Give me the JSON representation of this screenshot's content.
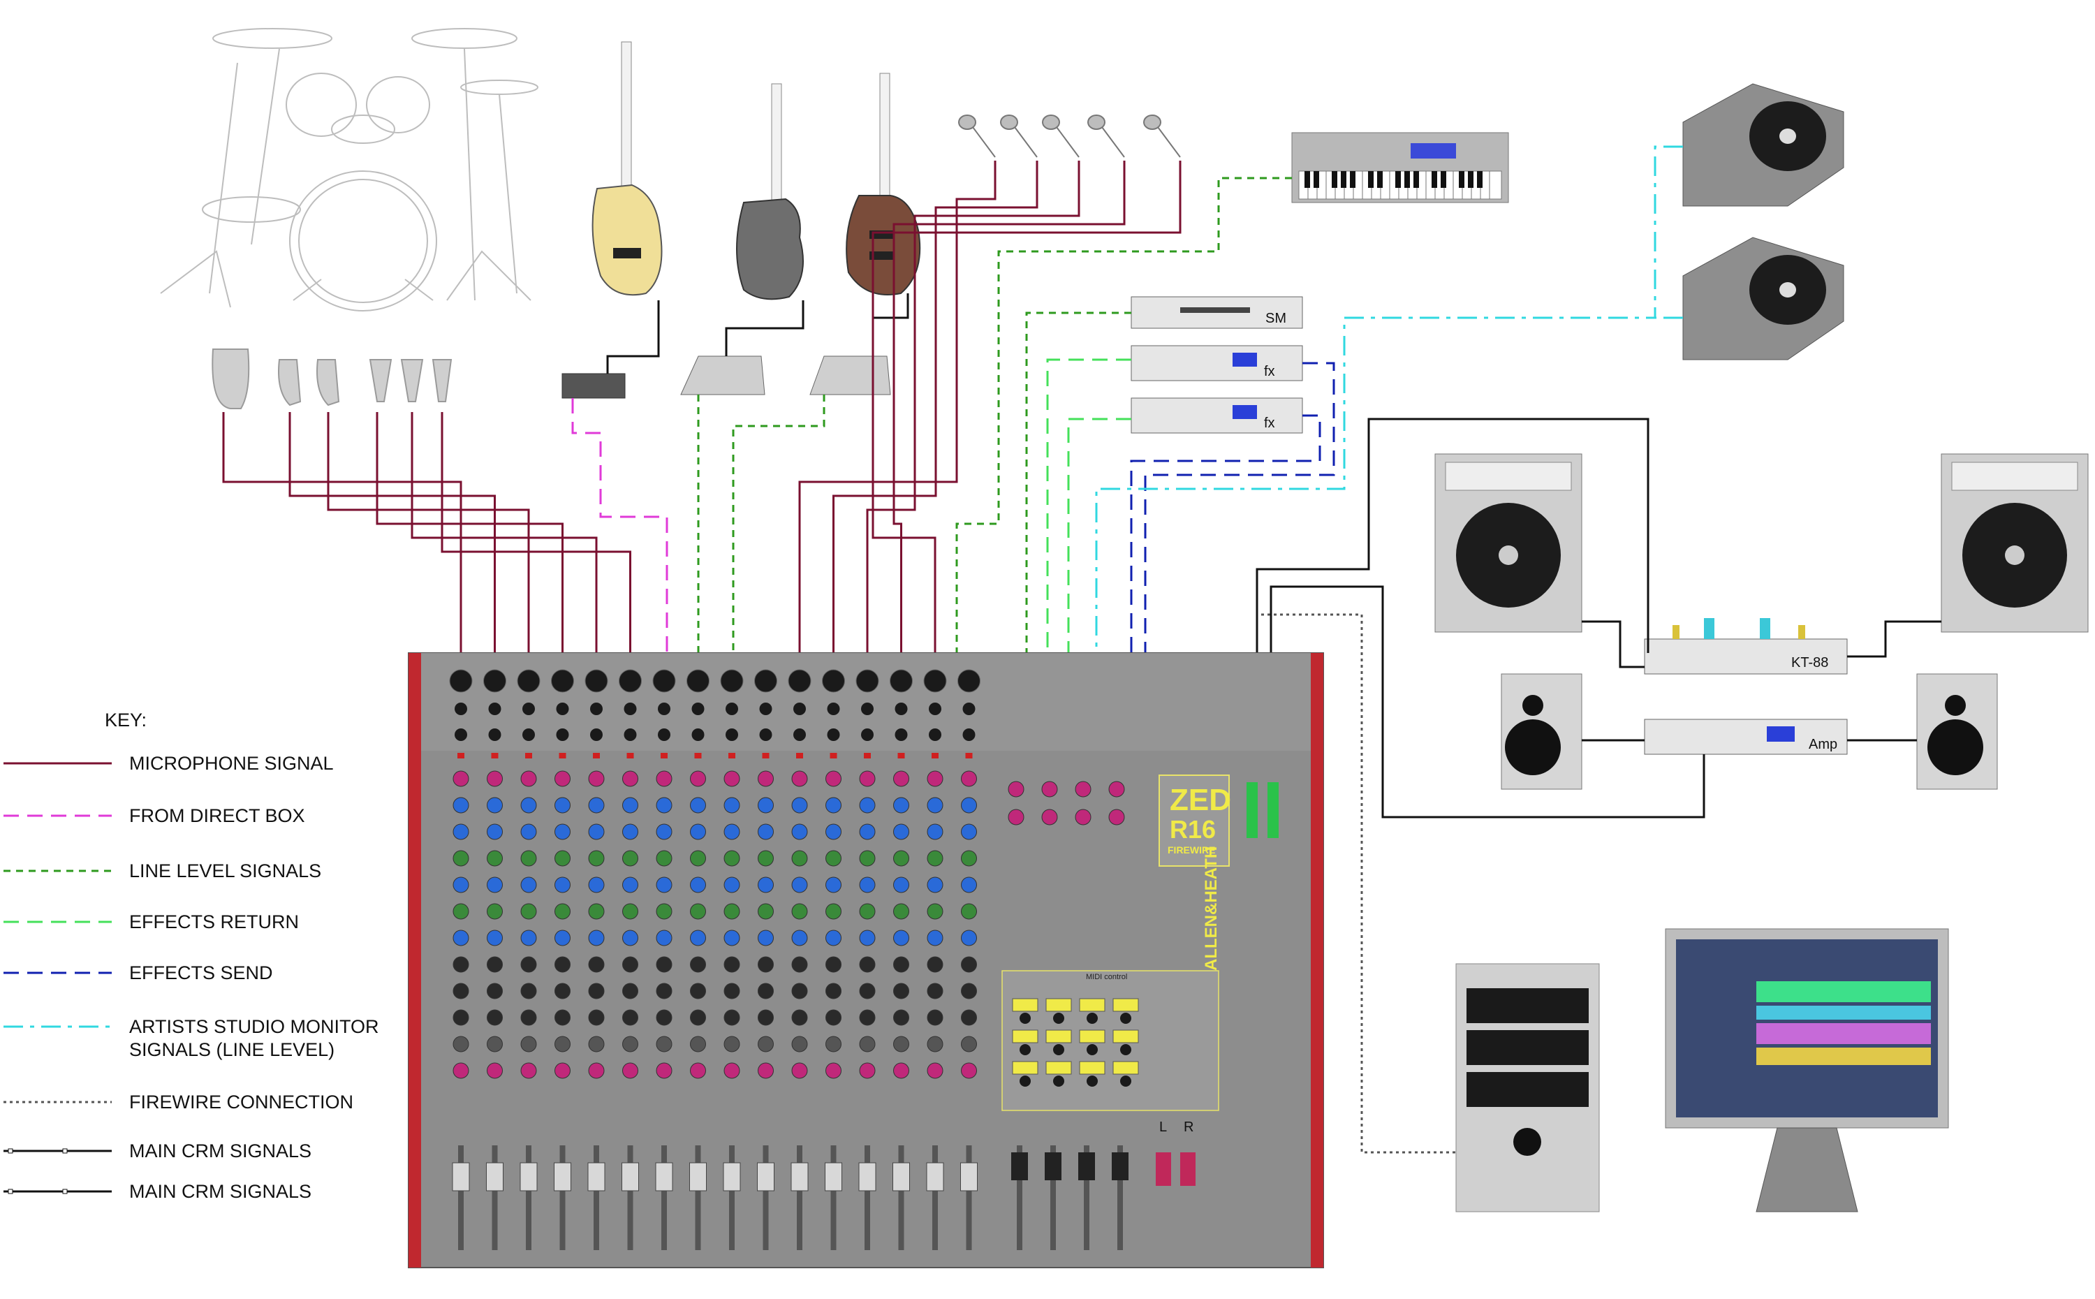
{
  "key": {
    "title": "KEY:",
    "items": [
      {
        "label": "MICROPHONE SIGNAL",
        "color": "#7a1030",
        "style": "solid"
      },
      {
        "label": "FROM DIRECT BOX",
        "color": "#e03ad8",
        "style": "dash"
      },
      {
        "label": "LINE LEVEL SIGNALS",
        "color": "#2e9a1e",
        "style": "dash-short"
      },
      {
        "label": "EFFECTS RETURN",
        "color": "#44e05a",
        "style": "dash"
      },
      {
        "label": "EFFECTS SEND",
        "color": "#1020b0",
        "style": "dash"
      },
      {
        "label": "ARTISTS STUDIO MONITOR",
        "label2": "SIGNALS (LINE LEVEL)",
        "color": "#30d8e0",
        "style": "dashdot"
      },
      {
        "label": "FIREWIRE CONNECTION",
        "color": "#555555",
        "style": "dotted"
      },
      {
        "label": "MAIN  CRM SIGNALS",
        "color": "#111111",
        "style": "solid-marked"
      },
      {
        "label": "MAIN  CRM SIGNALS",
        "color": "#111111",
        "style": "solid-marked"
      }
    ]
  },
  "devices": {
    "rack_sm": "SM",
    "rack_fx1": "fx",
    "rack_fx2": "fx",
    "amp_kt88": "KT-88",
    "amp_small": "Amp"
  },
  "mixer": {
    "brand_line1": "ZED",
    "brand_line2": "R16",
    "brand_line3": "FIREWIRE",
    "maker": "ALLEN&HEATH",
    "midi_label": "MIDI control",
    "lr_left": "L",
    "lr_right": "R"
  },
  "colors": {
    "mic": "#7a1030",
    "direct": "#e03ad8",
    "line": "#2e9a1e",
    "fx_return": "#44e05a",
    "fx_send": "#1020b0",
    "monitor": "#30d8e0",
    "firewire": "#555555",
    "crm": "#111111",
    "mixer_body": "#8d8d8d",
    "mixer_side": "#c0282f"
  }
}
